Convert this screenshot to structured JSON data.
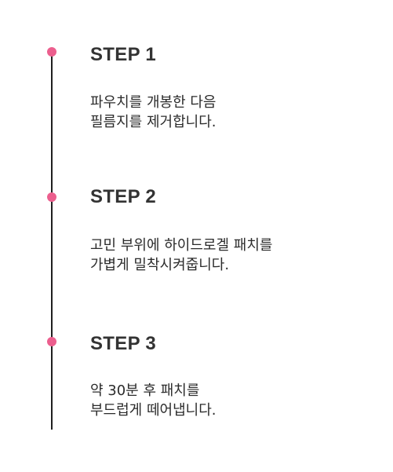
{
  "steps": [
    {
      "title": "STEP 1",
      "lines": [
        "파우치를 개봉한 다음",
        "필름지를 제거합니다."
      ]
    },
    {
      "title": "STEP 2",
      "lines": [
        "고민 부위에 하이드로겔 패치를",
        "가볍게 밀착시켜줍니다."
      ]
    },
    {
      "title": "STEP 3",
      "lines": [
        "약 30분 후 패치를",
        "부드럽게 떼어냅니다."
      ]
    }
  ],
  "colors": {
    "dot": "#ec5f8e",
    "line": "#1f1f1f",
    "text": "#2b2b2b"
  }
}
